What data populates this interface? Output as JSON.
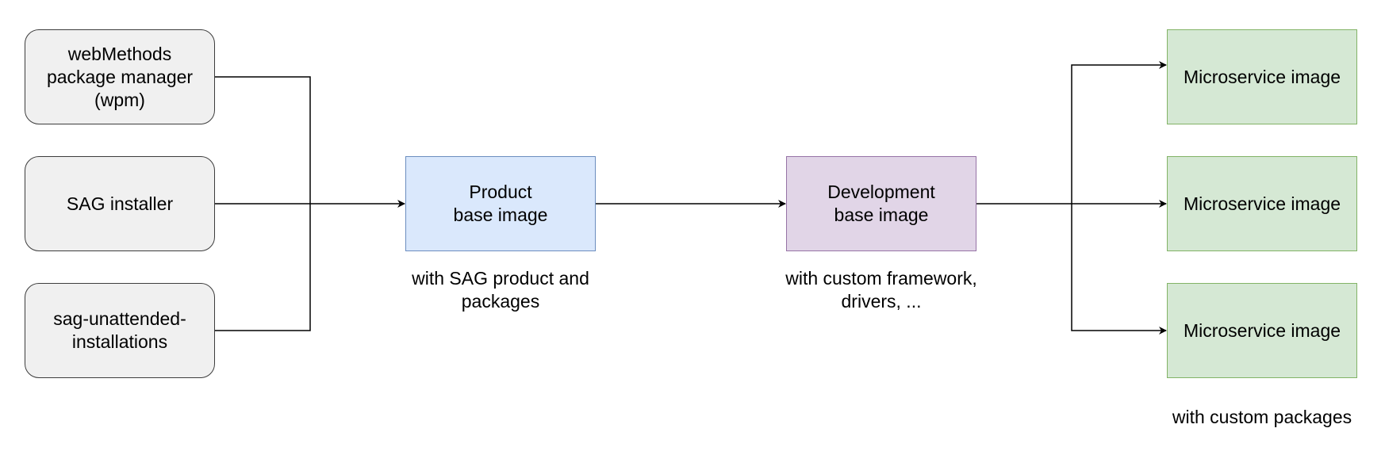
{
  "sources": [
    {
      "id": "wpm",
      "label": "webMethods\npackage manager\n(wpm)"
    },
    {
      "id": "sag-installer",
      "label": "SAG installer"
    },
    {
      "id": "sag-unattended",
      "label": "sag-unattended-\ninstallations"
    }
  ],
  "product_base": {
    "label": "Product\nbase image",
    "caption": "with SAG product and\npackages"
  },
  "development_base": {
    "label": "Development\nbase image",
    "caption": "with custom framework,\ndrivers, ..."
  },
  "microservices": [
    {
      "label": "Microservice image"
    },
    {
      "label": "Microservice image"
    },
    {
      "label": "Microservice image"
    }
  ],
  "microservices_caption": "with custom packages",
  "colors": {
    "source_fill": "#f0f0f0",
    "source_stroke": "#3d3d3d",
    "product_fill": "#dae8fc",
    "product_stroke": "#6c8ebf",
    "development_fill": "#e1d5e7",
    "development_stroke": "#9673a6",
    "microservice_fill": "#d5e8d4",
    "microservice_stroke": "#82b366",
    "connector": "#000000"
  }
}
